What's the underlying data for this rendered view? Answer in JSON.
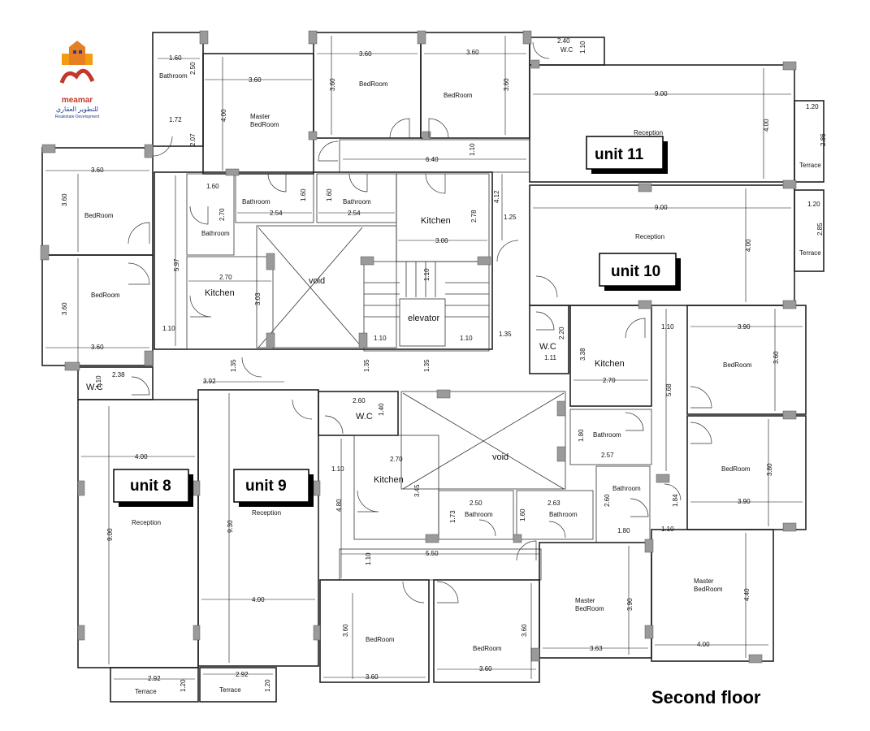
{
  "title": "Second floor",
  "logo": {
    "name": "meamar",
    "arabic": "للتطوير العقاري",
    "tagline": "Realestate Development"
  },
  "units": [
    "unit 11",
    "unit 10",
    "unit 8",
    "unit 9"
  ],
  "rooms": {
    "bathroom_tl": "Bathroom",
    "master_bed_top": "Master\nBedRoom",
    "bed_top1": "BedRoom",
    "bed_top2": "BedRoom",
    "wc_top": "W.C",
    "reception_11": "Reception",
    "terrace_11": "Terrace",
    "reception_10": "Reception",
    "terrace_10": "Terrace",
    "bed_left1": "BedRoom",
    "bed_left2": "BedRoom",
    "bath_a": "Bathroom",
    "bath_b": "Bathroom",
    "bath_c": "Bathroom",
    "kitchen_tc": "Kitchen",
    "kitchen_left": "Kitchen",
    "void_top": "void",
    "elevator": "elevator",
    "wc_left": "W.C",
    "wc_right": "W.C",
    "kitchen_right": "Kitchen",
    "bed_right1": "BedRoom",
    "bath_right": "Bathroom",
    "bed_right2": "BedRoom",
    "bath_right2": "Bathroom",
    "wc_center": "W.C",
    "kitchen_center": "Kitchen",
    "void_bottom": "void",
    "bath_d": "Bathroom",
    "bath_e": "Bathroom",
    "reception_8": "Reception",
    "reception_9": "Reception",
    "master_bed_br": "Master\nBedRoom",
    "master_bed_br2": "Master\nBedRoom",
    "bed_bottom1": "BedRoom",
    "bed_bottom2": "BedRoom",
    "terrace_8": "Terrace",
    "terrace_9": "Terrace"
  },
  "dimensions": {
    "d1": "1.60",
    "d2": "2.50",
    "d3": "1.72",
    "d4": "2.07",
    "d5": "3.60",
    "d6": "4.00",
    "d7": "3.60",
    "d8": "3.60",
    "d9": "3.60",
    "d10": "3.60",
    "d11": "2.40",
    "d12": "1.10",
    "d13": "9.00",
    "d14": "4.00",
    "d15": "1.20",
    "d16": "2.86",
    "d17": "6.40",
    "d18": "1.10",
    "d19": "3.60",
    "d20": "3.60",
    "d21": "1.60",
    "d22": "2.70",
    "d23": "1.60",
    "d24": "2.54",
    "d25": "1.60",
    "d26": "2.54",
    "d27": "2.78",
    "d28": "4.12",
    "d29": "1.25",
    "d30": "3.00",
    "d31": "9.00",
    "d32": "1.20",
    "d33": "2.85",
    "d34": "4.00",
    "d35": "5.97",
    "d36": "2.70",
    "d37": "3.03",
    "d38": "1.10",
    "d39": "3.60",
    "d40": "3.60",
    "d41": "1.10",
    "d42": "1.10",
    "d43": "1.10",
    "d44": "1.35",
    "d45": "1.10",
    "d46": "3.90",
    "d47": "3.60",
    "d48": "3.38",
    "d49": "2.20",
    "d50": "1.11",
    "d51": "2.70",
    "d52": "5.68",
    "d53": "1.35",
    "d54": "1.35",
    "d55": "2.38",
    "d56": "1.10",
    "d57": "3.92",
    "d58": "2.60",
    "d59": "1.40",
    "d60": "1.80",
    "d61": "2.57",
    "d62": "3.80",
    "d63": "1.10",
    "d64": "2.70",
    "d65": "3.45",
    "d66": "4.80",
    "d67": "4.00",
    "d68": "2.50",
    "d69": "1.73",
    "d70": "1.60",
    "d71": "2.63",
    "d72": "2.60",
    "d73": "1.84",
    "d74": "1.80",
    "d75": "1.10",
    "d76": "3.90",
    "d77": "9.00",
    "d78": "9.30",
    "d79": "5.50",
    "d80": "1.10",
    "d81": "4.00",
    "d82": "3.90",
    "d83": "4.40",
    "d84": "3.60",
    "d85": "3.60",
    "d86": "3.63",
    "d87": "4.00",
    "d88": "3.60",
    "d89": "3.60",
    "d90": "2.92",
    "d91": "1.20",
    "d92": "2.92",
    "d93": "1.20",
    "d94": "1.35"
  }
}
